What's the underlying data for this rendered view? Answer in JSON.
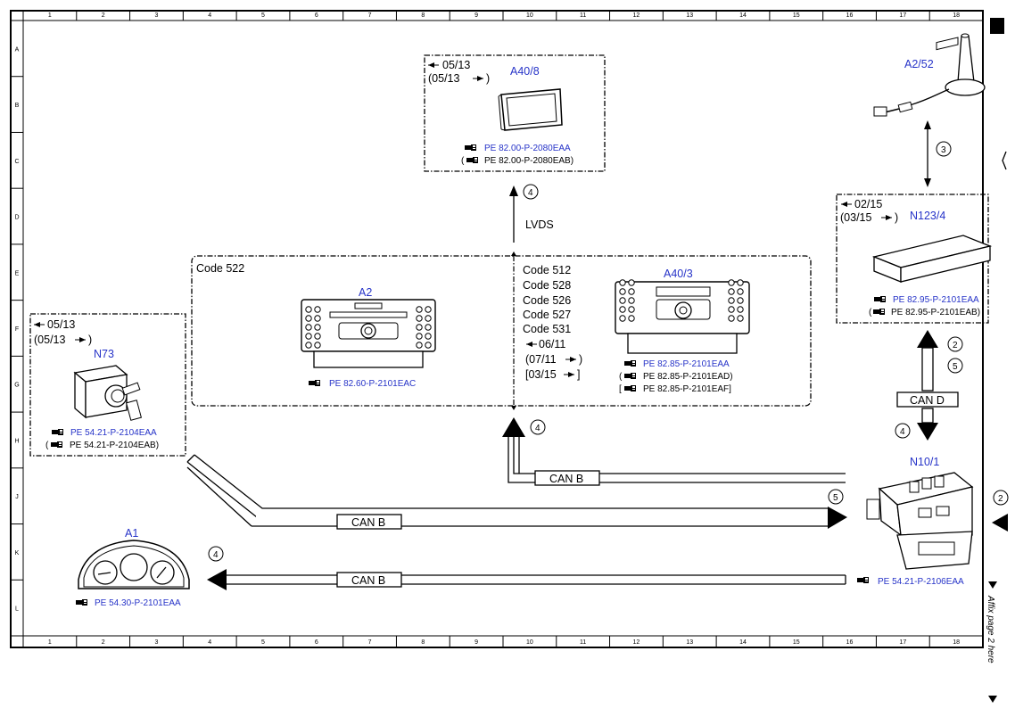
{
  "grid": {
    "columns": [
      "1",
      "2",
      "3",
      "4",
      "5",
      "6",
      "7",
      "8",
      "9",
      "10",
      "11",
      "12",
      "13",
      "14",
      "15",
      "16",
      "17",
      "18"
    ],
    "rows": [
      "A",
      "B",
      "C",
      "D",
      "E",
      "F",
      "G",
      "H",
      "J",
      "K",
      "L"
    ]
  },
  "components": {
    "a40_8": {
      "title": "A40/8",
      "date1": "05/13",
      "date2_open": "(05/13",
      "date2_close": ")",
      "ref1": "PE 82.00-P-2080EAA",
      "ref2_open": "(",
      "ref2": "PE 82.00-P-2080EAB)"
    },
    "a2_52": {
      "title": "A2/52"
    },
    "n123_4": {
      "title": "N123/4",
      "date1": "02/15",
      "date2_open": "(03/15",
      "date2_close": ")",
      "ref1": "PE 82.95-P-2101EAA",
      "ref2_open": "(",
      "ref2": "PE 82.95-P-2101EAB)"
    },
    "a2": {
      "title": "A2",
      "code": "Code 522",
      "ref1": "PE 82.60-P-2101EAC"
    },
    "a40_3": {
      "title": "A40/3",
      "codes": [
        "Code 512",
        "Code 528",
        "Code 526",
        "Code 527",
        "Code 531"
      ],
      "date1": "06/11",
      "date2_open": "(07/11",
      "date2_close": ")",
      "date3_open": "[03/15",
      "date3_close": "]",
      "ref1": "PE 82.85-P-2101EAA",
      "ref2_open": "(",
      "ref2": "PE 82.85-P-2101EAD)",
      "ref3_open": "[",
      "ref3": "PE 82.85-P-2101EAF]"
    },
    "n73": {
      "title": "N73",
      "date1": "05/13",
      "date2_open": "(05/13",
      "date2_close": ")",
      "ref1": "PE 54.21-P-2104EAA",
      "ref2_open": "(",
      "ref2": "PE 54.21-P-2104EAB)"
    },
    "a1": {
      "title": "A1",
      "ref1": "PE 54.30-P-2101EAA"
    },
    "n10_1": {
      "title": "N10/1",
      "ref1": "PE 54.21-P-2106EAA"
    }
  },
  "connections": {
    "lvds": "LVDS",
    "can_b_upper": "CAN B",
    "can_b_middle": "CAN B",
    "can_b_lower": "CAN B",
    "can_d": "CAN D"
  },
  "markers": {
    "m_a2_52": "3",
    "m_lvds": "4",
    "m_can_b_up": "4",
    "m_can_d_up_a": "2",
    "m_can_d_up_b": "5",
    "m_can_d_down": "4",
    "m_can_b_mid": "5",
    "m_a1": "4",
    "m_edge": "2"
  },
  "side_note": "Affix page 2 here"
}
